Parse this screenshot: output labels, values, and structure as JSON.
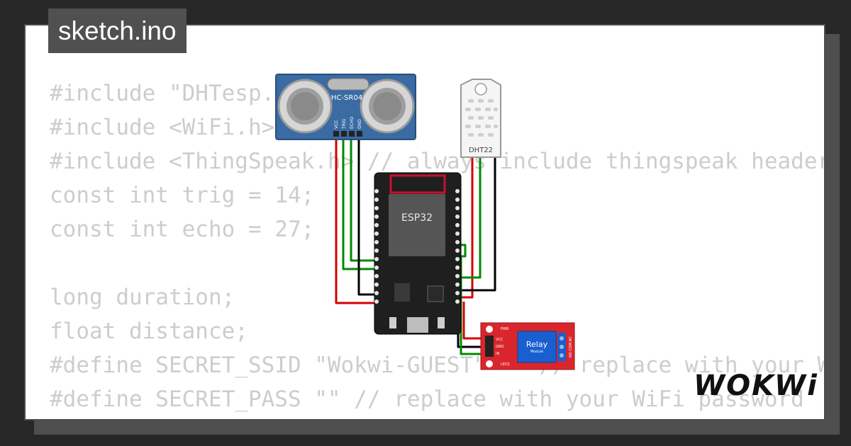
{
  "title_tab": {
    "label": "sketch.ino"
  },
  "code_lines": [
    "#include \"DHTesp.h\"",
    "#include <WiFi.h>",
    "#include <ThingSpeak.h> // always include thingspeak header file after",
    "const int trig = 14;",
    "const int echo = 27;",
    "",
    "long duration;",
    "float distance;",
    "#define SECRET_SSID \"Wokwi-GUEST\"    // replace with your WiFi netwo",
    "#define SECRET_PASS \"\" // replace with your WiFi password"
  ],
  "components": {
    "ultrasonic": {
      "label": "HC-SR04",
      "pins": [
        "VCC",
        "TRIG",
        "ECHO",
        "GND"
      ]
    },
    "dht": {
      "label": "DHT22"
    },
    "esp32": {
      "label": "ESP32"
    },
    "relay": {
      "label": "Relay",
      "sublabel": "Module",
      "pins": [
        "VCC",
        "GND",
        "IN"
      ],
      "pwr": "PWR",
      "led": "LED1",
      "terminals": "NO COM NC"
    }
  },
  "colors": {
    "background": "#272727",
    "card": "#ffffff",
    "code_text": "#cdcdcd",
    "tab": "#505050",
    "wire_red": "#d40000",
    "wire_green": "#008a00",
    "wire_black": "#000000",
    "hcsr04_blue": "#3a6ba3",
    "relay_red": "#d9262c"
  },
  "logo": {
    "text": "WOKWi"
  }
}
